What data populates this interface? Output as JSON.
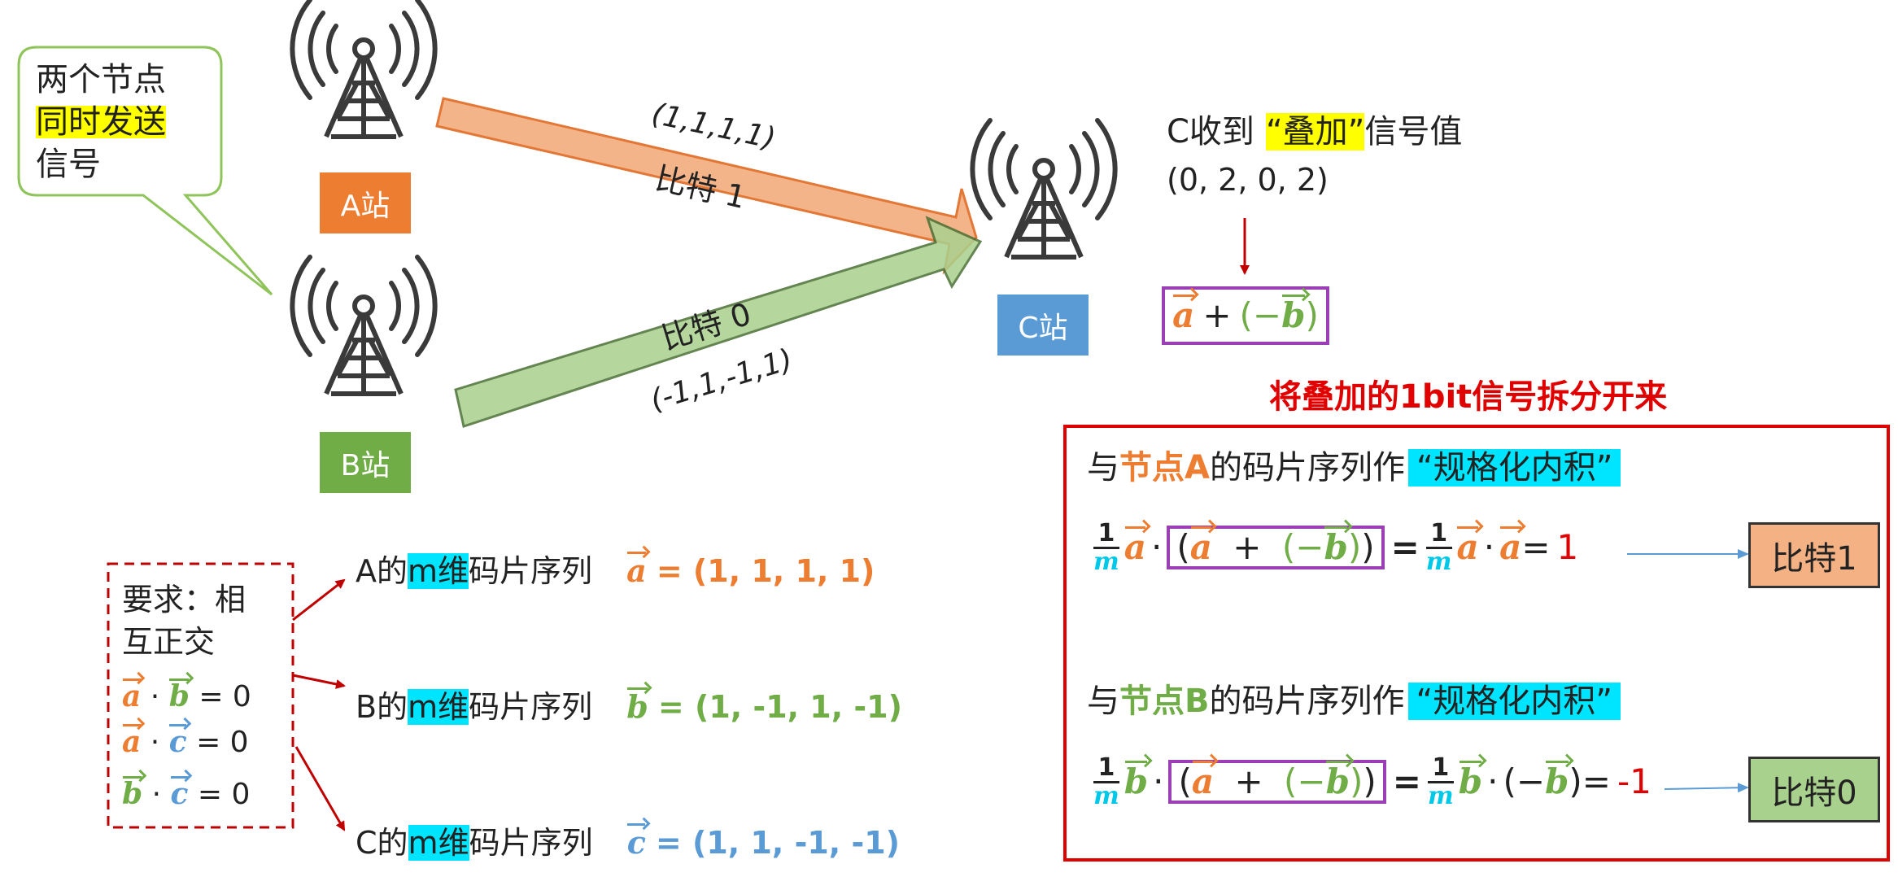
{
  "callout": {
    "line1": "两个节点",
    "line2": "同时发送",
    "line3": "信号"
  },
  "stations": {
    "a": "A站",
    "b": "B站",
    "c": "C站"
  },
  "arrows": {
    "a_label": "比特 1",
    "a_seq": "(1,1,1,1)",
    "b_label": "比特 0",
    "b_seq": "(-1,1,-1,1)"
  },
  "receive": {
    "prefix": "C收到",
    "highlight": "“叠加”",
    "suffix": "信号值",
    "value": "(0, 2, 0, 2)"
  },
  "sum_expr": {
    "plus": "+",
    "open": "(−",
    "close": ")"
  },
  "vectors": {
    "a": "a",
    "b": "b",
    "c": "c"
  },
  "requirement": {
    "line1": "要求：相",
    "line2": "互正交",
    "dot": "·",
    "eq0": "= 0"
  },
  "sequences": [
    {
      "station": "A的",
      "m": "m维",
      "rest": "码片序列",
      "value": "= (1, 1, 1, 1)"
    },
    {
      "station": "B的",
      "m": "m维",
      "rest": "码片序列",
      "value": "= (1, -1, 1, -1)"
    },
    {
      "station": "C的",
      "m": "m维",
      "rest": "码片序列",
      "value": "= (1, 1, -1, -1)"
    }
  ],
  "split_title": "将叠加的1bit信号拆分开来",
  "inner_a": {
    "prefix": "与",
    "node": "节点A",
    "middle": "的码片序列作",
    "highlight": "“规格化内积”",
    "result": "1",
    "bit": "比特1"
  },
  "inner_b": {
    "prefix": "与",
    "node": "节点B",
    "middle": "的码片序列作",
    "highlight": "“规格化内积”",
    "result": "-1",
    "bit": "比特0"
  },
  "formula": {
    "one": "1",
    "m": "m",
    "dot": "·",
    "plus": "+",
    "open": "(",
    "close": ")",
    "neg_open": "(−",
    "eq": "=",
    "eq_tight": "="
  },
  "colors": {
    "orange": "#ed7d31",
    "green": "#70ad47",
    "blue": "#5b9bd5",
    "red": "#e00000",
    "purple": "#9b3fb5",
    "cyan": "#00e5ff",
    "yellow": "#ffff00"
  },
  "icons": [
    "antenna-tower-icon",
    "arrow-right-icon"
  ]
}
